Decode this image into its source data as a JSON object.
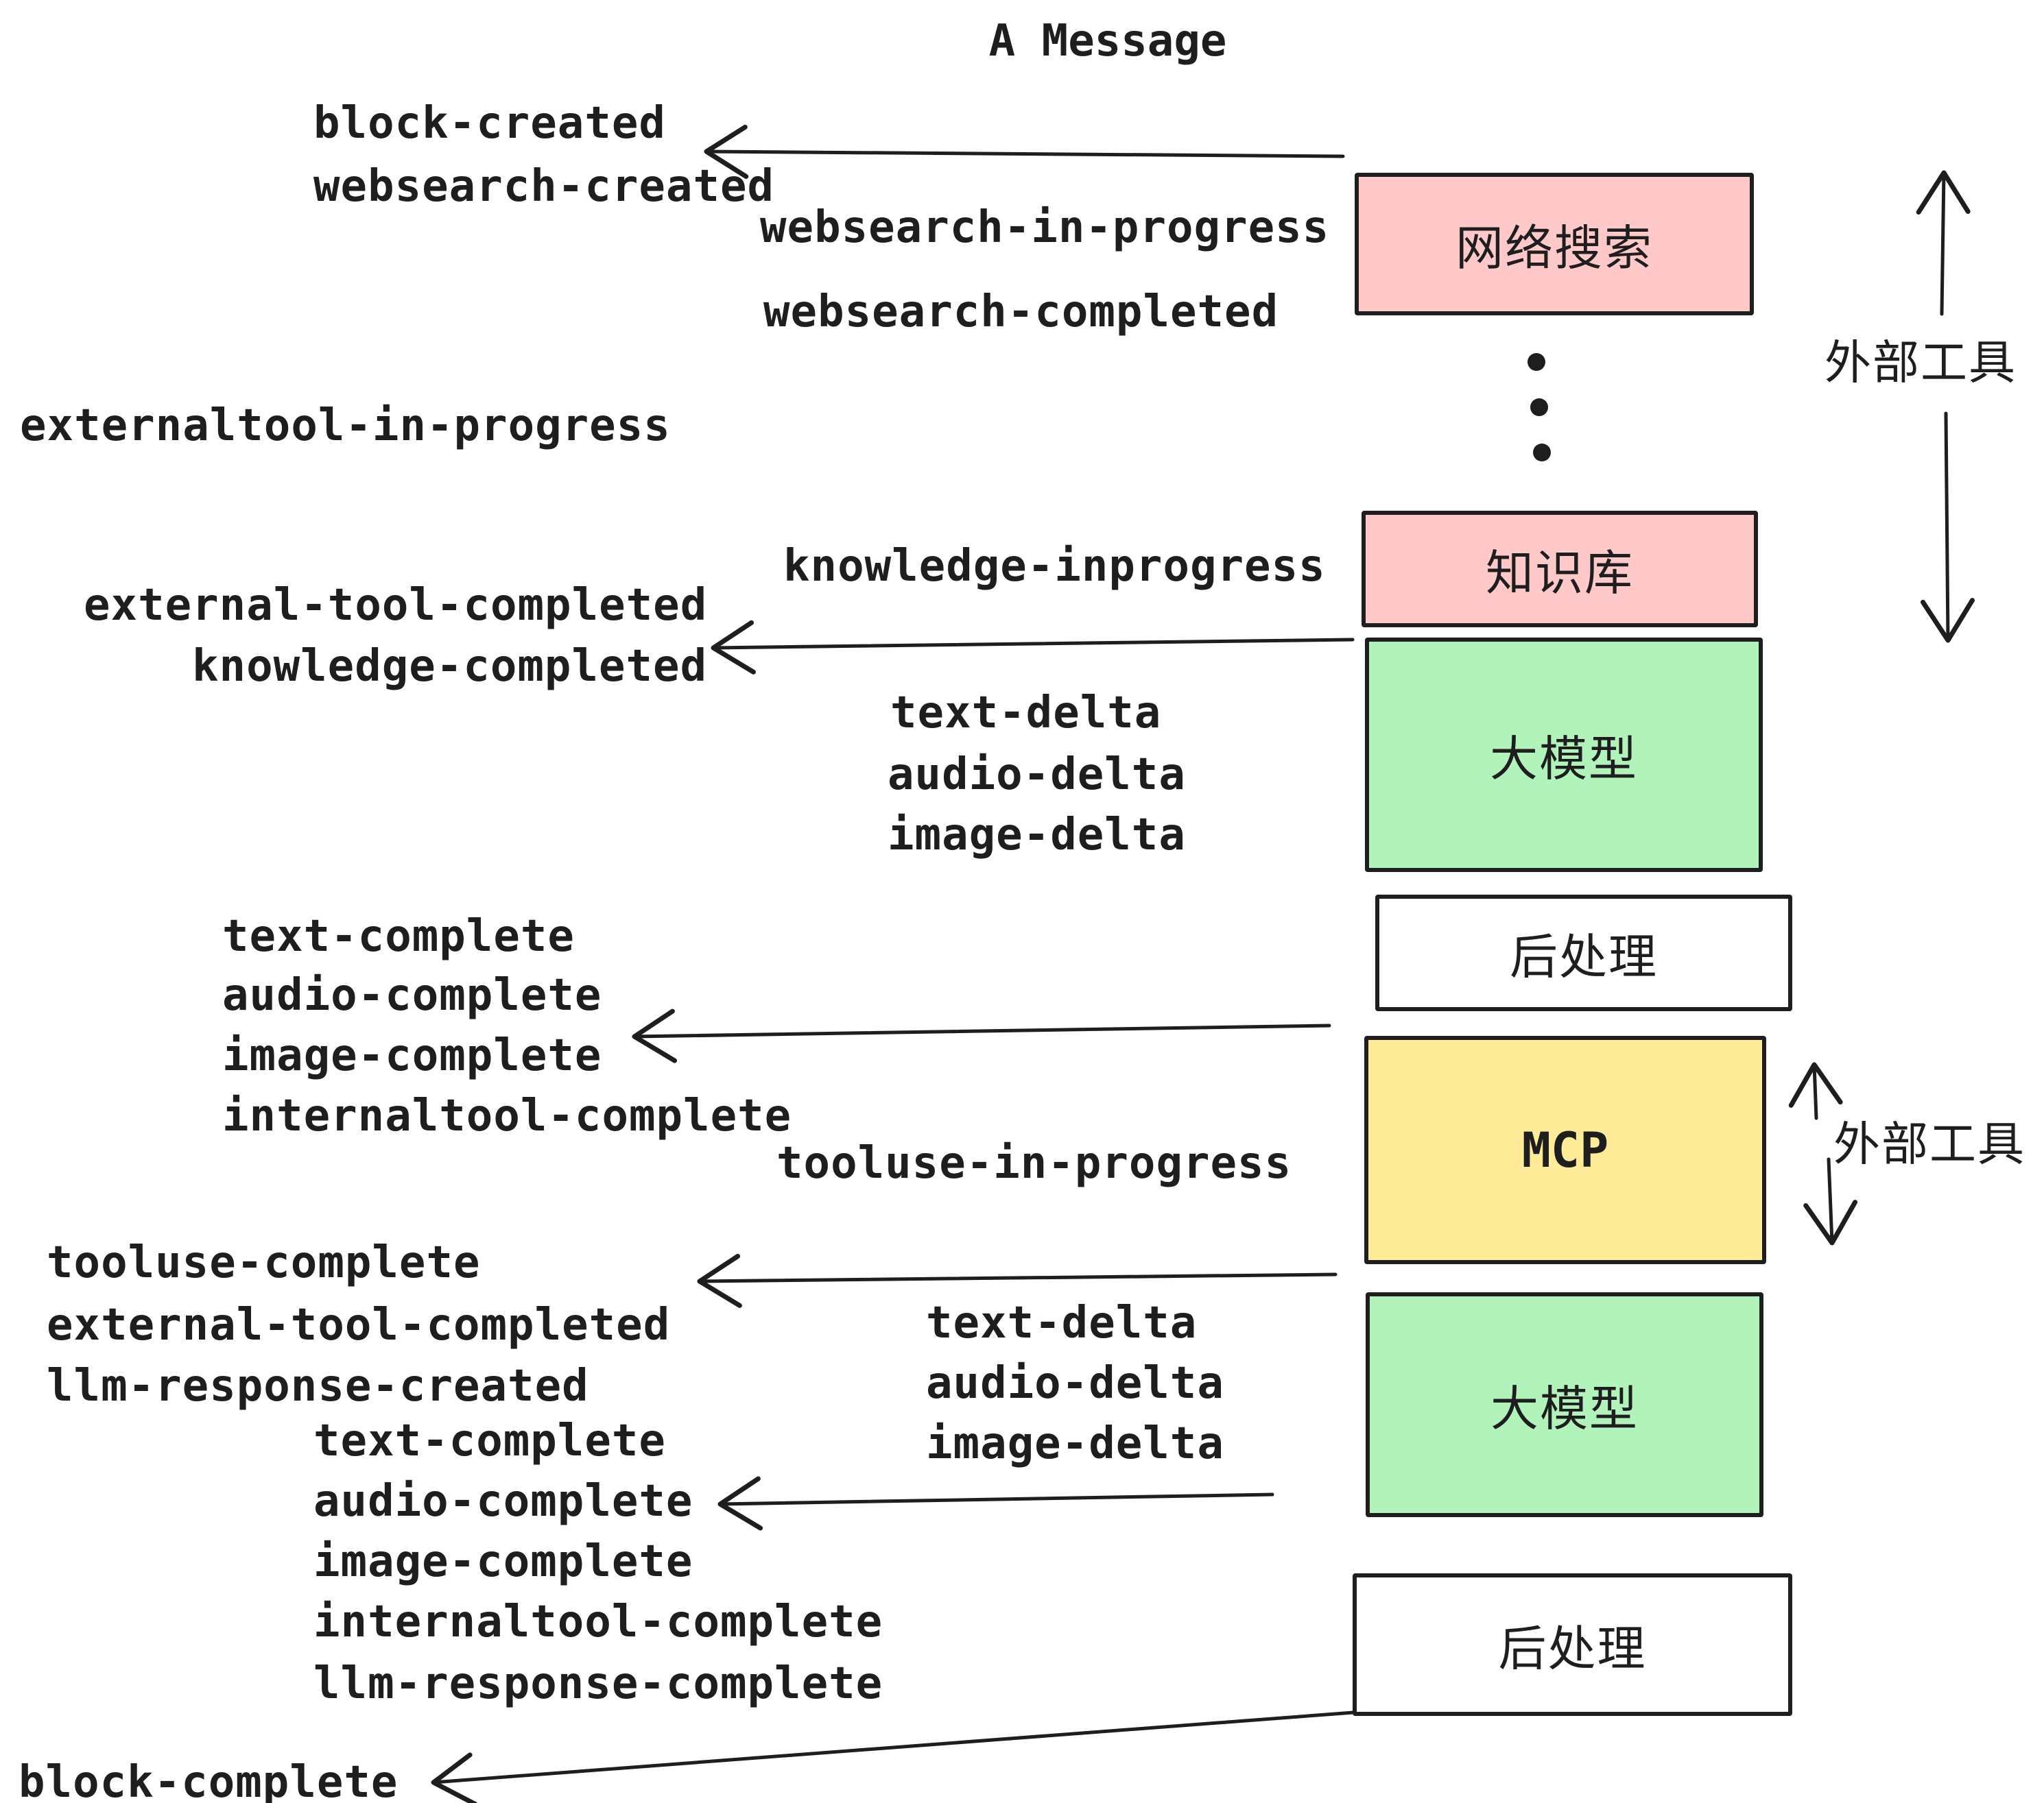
{
  "title": "A Message",
  "colors": {
    "pink": "#ffc9c9",
    "green": "#b2f2bb",
    "yellow": "#ffec99",
    "white": "#ffffff",
    "ink": "#1e1e1e"
  },
  "boxes": [
    {
      "id": "websearch",
      "label": "网络搜索"
    },
    {
      "id": "knowledge",
      "label": "知识库"
    },
    {
      "id": "llm-1",
      "label": "大模型"
    },
    {
      "id": "postprocess-1",
      "label": "后处理"
    },
    {
      "id": "mcp",
      "label": "MCP"
    },
    {
      "id": "llm-2",
      "label": "大模型"
    },
    {
      "id": "postprocess-2",
      "label": "后处理"
    }
  ],
  "side_labels": [
    {
      "id": "external-tools-top",
      "label": "外部工具"
    },
    {
      "id": "external-tools-mid",
      "label": "外部工具"
    }
  ],
  "events": [
    {
      "id": "block-created",
      "label": "block-created"
    },
    {
      "id": "websearch-created",
      "label": "websearch-created"
    },
    {
      "id": "websearch-in-progress",
      "label": "websearch-in-progress"
    },
    {
      "id": "websearch-completed",
      "label": "websearch-completed"
    },
    {
      "id": "externaltool-in-progress",
      "label": "externaltool-in-progress"
    },
    {
      "id": "knowledge-inprogress",
      "label": "knowledge-inprogress"
    },
    {
      "id": "external-tool-completed-1",
      "label": "external-tool-completed"
    },
    {
      "id": "knowledge-completed",
      "label": "knowledge-completed"
    },
    {
      "id": "text-delta-1",
      "label": "text-delta"
    },
    {
      "id": "audio-delta-1",
      "label": "audio-delta"
    },
    {
      "id": "image-delta-1",
      "label": "image-delta"
    },
    {
      "id": "text-complete-1",
      "label": "text-complete"
    },
    {
      "id": "audio-complete-1",
      "label": "audio-complete"
    },
    {
      "id": "image-complete-1",
      "label": "image-complete"
    },
    {
      "id": "internaltool-complete-1",
      "label": "internaltool-complete"
    },
    {
      "id": "tooluse-in-progress",
      "label": "tooluse-in-progress"
    },
    {
      "id": "tooluse-complete",
      "label": "tooluse-complete"
    },
    {
      "id": "external-tool-completed-2",
      "label": "external-tool-completed"
    },
    {
      "id": "llm-response-created",
      "label": "llm-response-created"
    },
    {
      "id": "text-delta-2",
      "label": "text-delta"
    },
    {
      "id": "audio-delta-2",
      "label": "audio-delta"
    },
    {
      "id": "image-delta-2",
      "label": "image-delta"
    },
    {
      "id": "text-complete-2",
      "label": "text-complete"
    },
    {
      "id": "audio-complete-2",
      "label": "audio-complete"
    },
    {
      "id": "image-complete-2",
      "label": "image-complete"
    },
    {
      "id": "internaltool-complete-2",
      "label": "internaltool-complete"
    },
    {
      "id": "llm-response-complete",
      "label": "llm-response-complete"
    },
    {
      "id": "block-complete",
      "label": "block-complete"
    }
  ]
}
